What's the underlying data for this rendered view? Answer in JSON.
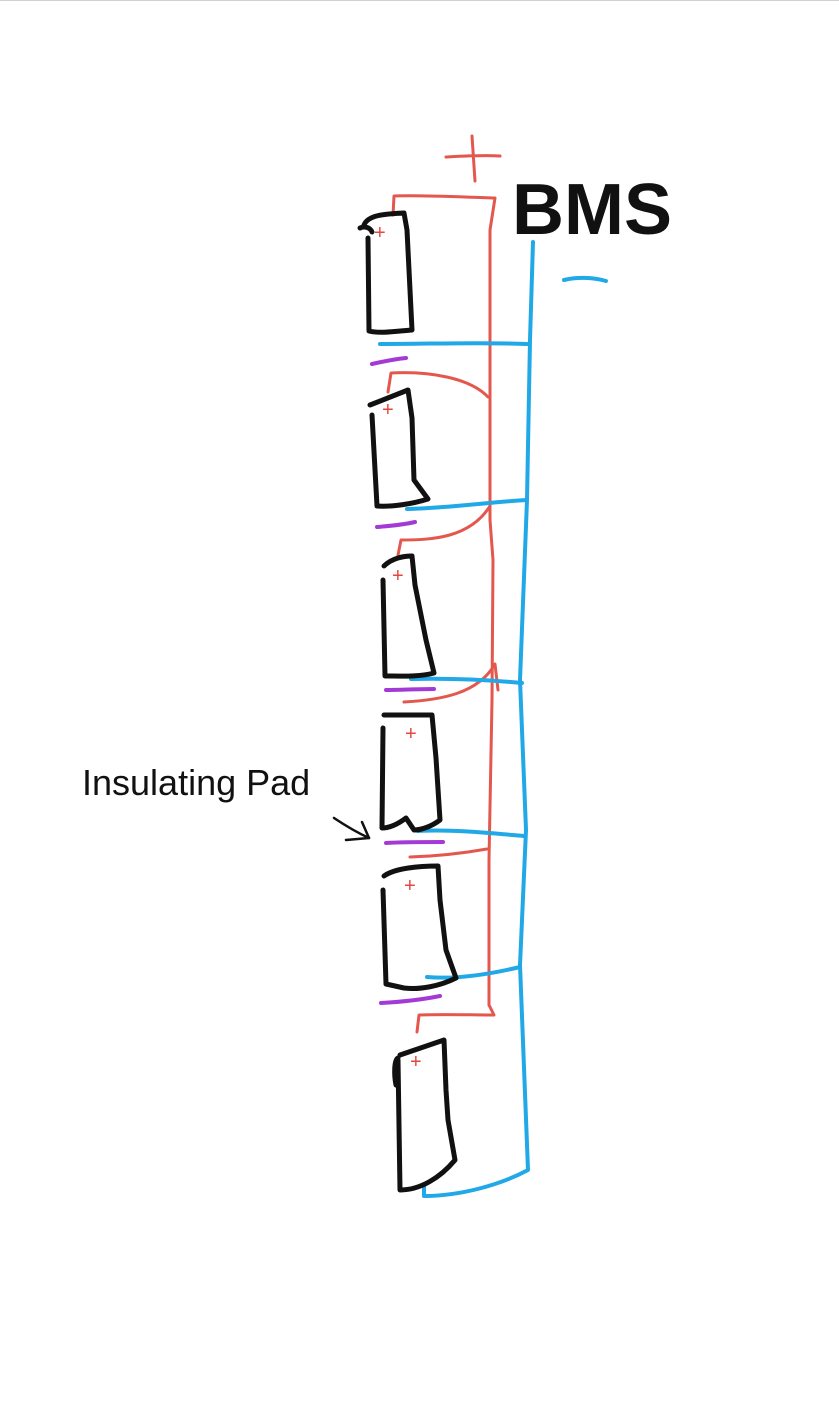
{
  "labels": {
    "bms": "BMS",
    "insulating_pad": "Insulating Pad",
    "bms_positive_sign": "+",
    "bms_negative_sign": "−",
    "cell_positive_sign": "+"
  },
  "colors": {
    "positive_wire": "#e4574c",
    "negative_wire": "#21a8e6",
    "cell_outline": "#111111",
    "insulating_pad": "#a43ad6",
    "text": "#111111"
  },
  "diagram": {
    "cell_count": 6,
    "insulating_pad_count": 5
  }
}
